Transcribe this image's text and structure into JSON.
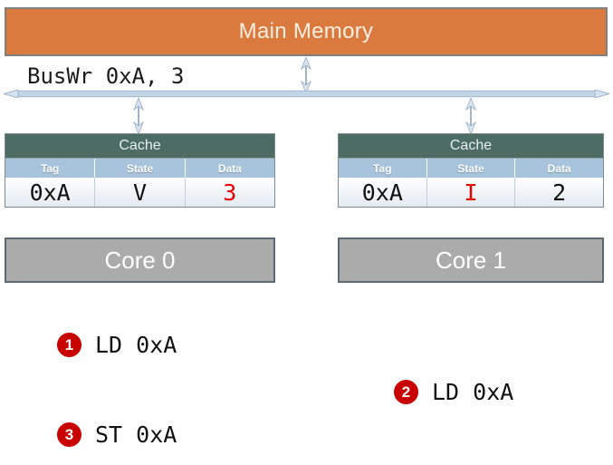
{
  "diagram": {
    "main_memory": {
      "label": "Main Memory",
      "fill": "#DB7A3F",
      "text_color": "#FBEFE3"
    },
    "bus": {
      "label": "BusWr 0xA, 3",
      "arrow_color": "#B7CBDD",
      "style": "double-headed-horizontal-arrow"
    },
    "connectors": [
      {
        "name": "memory-to-bus",
        "style": "double-headed-vertical-arrow"
      },
      {
        "name": "bus-to-cache-0",
        "style": "double-headed-vertical-arrow"
      },
      {
        "name": "bus-to-cache-1",
        "style": "double-headed-vertical-arrow"
      }
    ],
    "caches": [
      {
        "title": "Cache",
        "columns": [
          "Tag",
          "State",
          "Data"
        ],
        "row": [
          {
            "text": "0xA",
            "color": "#111111"
          },
          {
            "text": "V",
            "color": "#111111"
          },
          {
            "text": "3",
            "color": "#E60000"
          }
        ],
        "core": "Core 0"
      },
      {
        "title": "Cache",
        "columns": [
          "Tag",
          "State",
          "Data"
        ],
        "row": [
          {
            "text": "0xA",
            "color": "#111111"
          },
          {
            "text": "I",
            "color": "#E60000"
          },
          {
            "text": "2",
            "color": "#111111"
          }
        ],
        "core": "Core 1"
      }
    ],
    "steps": [
      {
        "number": "1",
        "text": "LD 0xA"
      },
      {
        "number": "2",
        "text": "LD 0xA"
      },
      {
        "number": "3",
        "text": "ST 0xA"
      }
    ],
    "colors": {
      "memory_fill": "#DB7A3F",
      "cache_header": "#4C6C64",
      "column_header": "#A8C4DC",
      "core_fill": "#ABABAB",
      "badge": "#C80000",
      "highlight_red": "#E60000"
    }
  }
}
